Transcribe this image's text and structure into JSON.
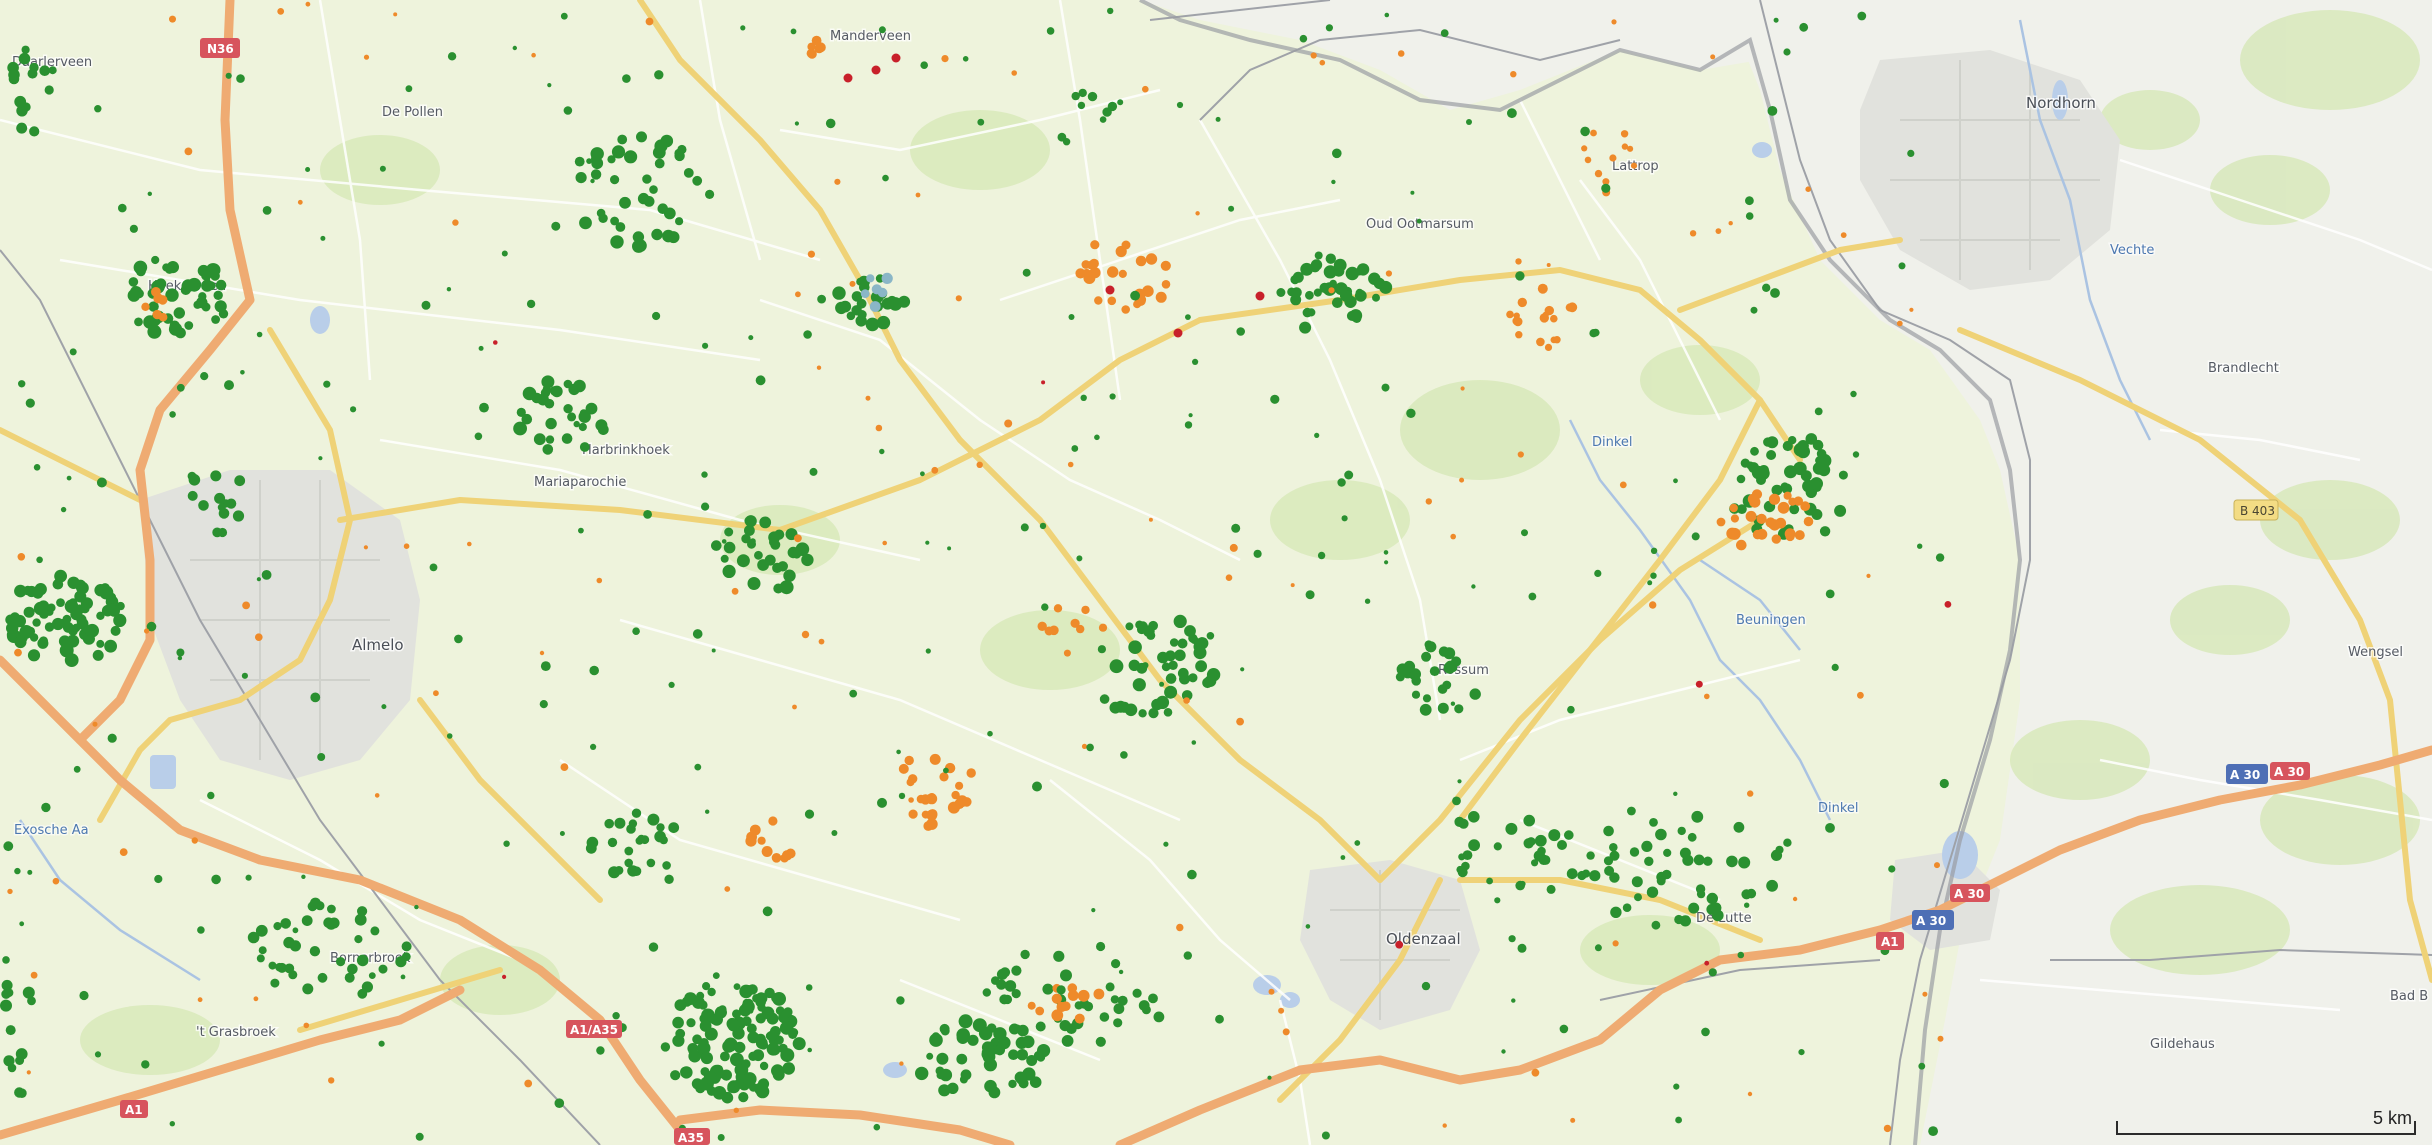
{
  "map": {
    "colors": {
      "background": "#eef3dc",
      "background_right": "#f1f1ec",
      "border_line": "#9a9ca3",
      "motorway": "#efab72",
      "primary_road": "#f4dc84",
      "minor_road": "#ffffff",
      "water": "#b9cee9",
      "urban": "#dfe0dc",
      "dot_green": "#2a9030",
      "dot_orange": "#ee8a2a",
      "dot_red": "#c8202a",
      "dot_blue": "#8ab6c7"
    },
    "places": [
      {
        "name": "Daarlerveen",
        "type": "town"
      },
      {
        "name": "Manderveen",
        "type": "town"
      },
      {
        "name": "De Pollen",
        "type": "town"
      },
      {
        "name": "Nordhorn",
        "type": "city"
      },
      {
        "name": "Lattrop",
        "type": "town"
      },
      {
        "name": "Oud Ootmarsum",
        "type": "town"
      },
      {
        "name": "Vechte",
        "type": "water"
      },
      {
        "name": "Brandlecht",
        "type": "town"
      },
      {
        "name": "Hoekerveen",
        "type": "town"
      },
      {
        "name": "Bornerbroek",
        "type": "town"
      },
      {
        "name": "Harbrinkhoek",
        "type": "town"
      },
      {
        "name": "Mariaparochie",
        "type": "town"
      },
      {
        "name": "Dinkel",
        "type": "water"
      },
      {
        "name": "Almelo",
        "type": "city"
      },
      {
        "name": "Beuningen",
        "type": "water"
      },
      {
        "name": "Rossum",
        "type": "town"
      },
      {
        "name": "Wengsel",
        "type": "town"
      },
      {
        "name": "Exosche Aa",
        "type": "water"
      },
      {
        "name": "Oldenzaal",
        "type": "city"
      },
      {
        "name": "De Lutte",
        "type": "town"
      },
      {
        "name": "Gildehaus",
        "type": "town"
      },
      {
        "name": "'t Grasbroek",
        "type": "town"
      },
      {
        "name": "Bad B",
        "type": "town"
      },
      {
        "name": "Dinkel",
        "type": "water"
      }
    ],
    "road_shields": [
      {
        "label": "N36",
        "type": "national"
      },
      {
        "label": "B 403",
        "type": "bundes"
      },
      {
        "label": "A 30",
        "type": "autobahn"
      },
      {
        "label": "A 30",
        "type": "e-road"
      },
      {
        "label": "A 30",
        "type": "e-road"
      },
      {
        "label": "A 30",
        "type": "autobahn"
      },
      {
        "label": "A1",
        "type": "e-road"
      },
      {
        "label": "A1/A35",
        "type": "e-road"
      },
      {
        "label": "A1",
        "type": "e-road"
      },
      {
        "label": "A35",
        "type": "e-road"
      }
    ],
    "scale_bar": {
      "label": "5 km"
    }
  }
}
